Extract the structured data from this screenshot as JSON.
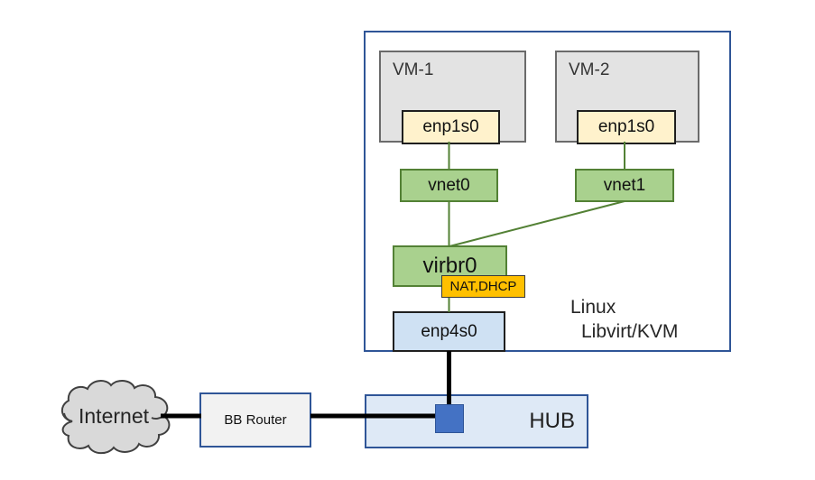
{
  "diagram": {
    "host_box": {
      "label_line1": "Linux",
      "label_line2": "Libvirt/KVM"
    },
    "vm1": {
      "title": "VM-1",
      "nic": "enp1s0"
    },
    "vm2": {
      "title": "VM-2",
      "nic": "enp1s0"
    },
    "vnet0": "vnet0",
    "vnet1": "vnet1",
    "bridge": "virbr0",
    "nat_badge": "NAT,DHCP",
    "host_nic": "enp4s0",
    "internet": "Internet",
    "router": "BB Router",
    "hub": "HUB"
  },
  "colors": {
    "outer_border": "#2F5597",
    "vm_fill": "#E3E3E3",
    "vm_border": "#6B6B6B",
    "nic_fill": "#FFF2CC",
    "nic_border": "#1F1F1F",
    "green_fill": "#A9D18E",
    "green_border": "#538135",
    "nat_fill": "#FFC000",
    "nat_border": "#3B3B3B",
    "hostnic_fill": "#CFE1F3",
    "hostnic_border": "#1F1F1F",
    "hub_fill": "#DEE9F6",
    "hub_border": "#2F5597",
    "port_fill": "#4472C4",
    "port_border": "#2F5597",
    "router_fill": "#F2F2F2",
    "router_border": "#2F5597",
    "cloud_fill": "#D9D9D9",
    "cloud_border": "#404040",
    "line_green": "#538135",
    "line_black": "#000000",
    "text_dark": "#262626"
  }
}
